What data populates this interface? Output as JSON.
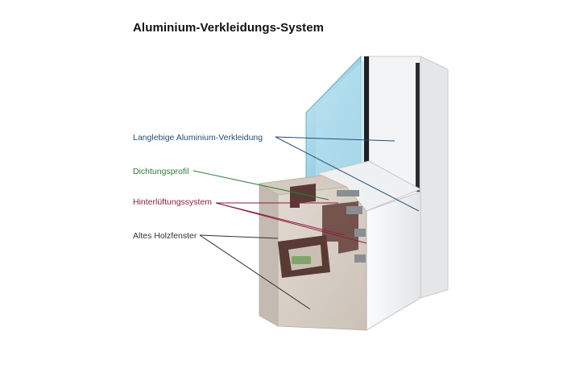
{
  "title": "Aluminium-Verkleidungs-System",
  "labels": {
    "aluminium_cladding": "Langlebige Aluminium-Verkleidung",
    "seal_profile": "Dichtungsprofil",
    "ventilation_system": "Hinterlüftungssystem",
    "old_wood_window": "Altes Holzfenster"
  },
  "colors": {
    "aluminium_cladding": "#2a4d78",
    "seal_profile": "#2f7d3a",
    "ventilation_system": "#8a1f3e",
    "old_wood_window": "#333333",
    "wood": "#d8cfc6",
    "wood_dark": "#5a3a35",
    "aluminium": "#f0f1f2",
    "glass": "#9fd2e6"
  }
}
